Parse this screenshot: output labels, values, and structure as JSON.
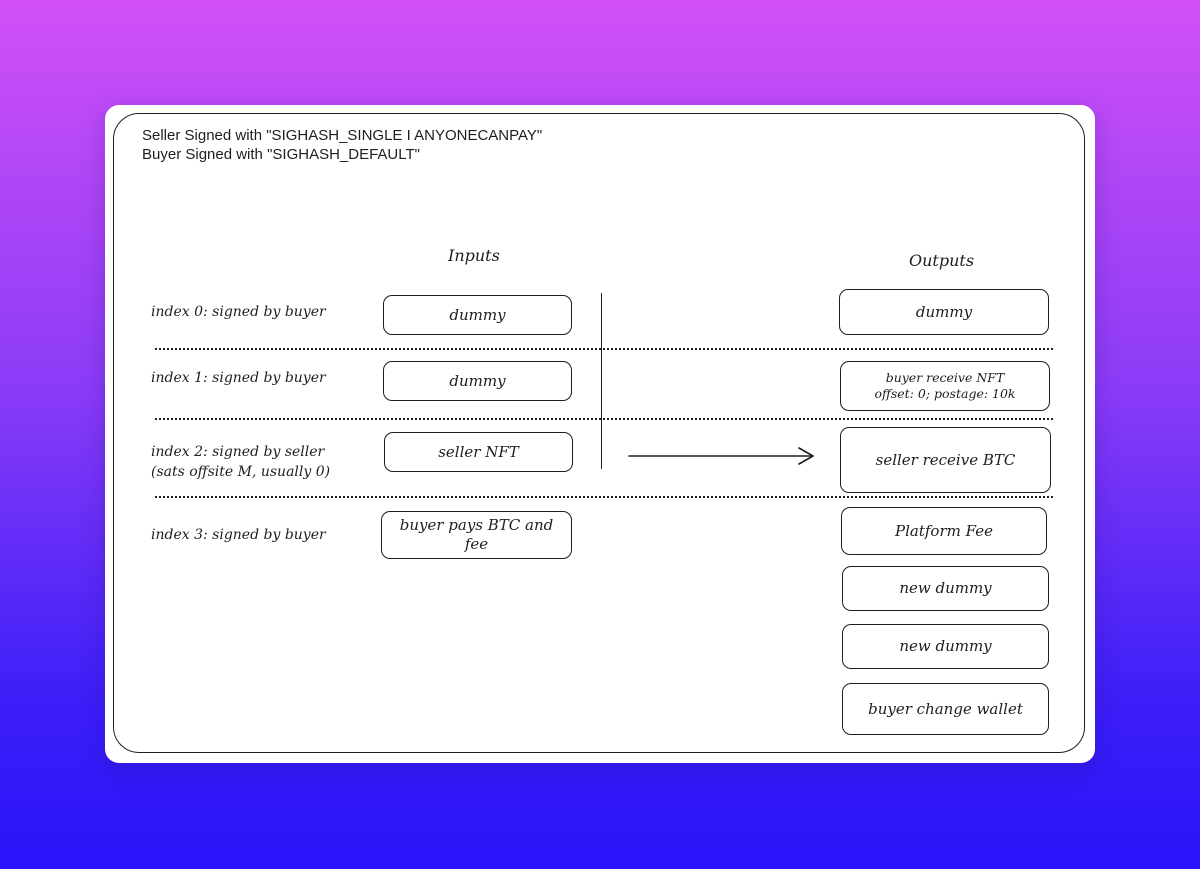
{
  "header": {
    "line1": "Seller Signed with \"SIGHASH_SINGLE I ANYONECANPAY\"",
    "line2": "Buyer Signed with \"SIGHASH_DEFAULT\""
  },
  "columns": {
    "inputs": "Inputs",
    "outputs": "Outputs"
  },
  "rows": [
    {
      "label": "index 0: signed by buyer"
    },
    {
      "label": "index 1: signed by buyer"
    },
    {
      "label_line1": "index 2: signed by seller",
      "label_line2": "(sats offsite M, usually 0)"
    },
    {
      "label": "index 3: signed by buyer"
    }
  ],
  "inputs": [
    {
      "text": "dummy"
    },
    {
      "text": "dummy"
    },
    {
      "text": "seller NFT"
    },
    {
      "line1": "buyer pays BTC and",
      "line2": "fee"
    }
  ],
  "outputs": [
    {
      "text": "dummy"
    },
    {
      "line1": "buyer receive NFT",
      "line2": "offset: 0; postage: 10k"
    },
    {
      "text": "seller receive BTC"
    },
    {
      "text": "Platform Fee"
    },
    {
      "text": "new dummy"
    },
    {
      "text": "new dummy"
    },
    {
      "text": "buyer change wallet"
    }
  ]
}
